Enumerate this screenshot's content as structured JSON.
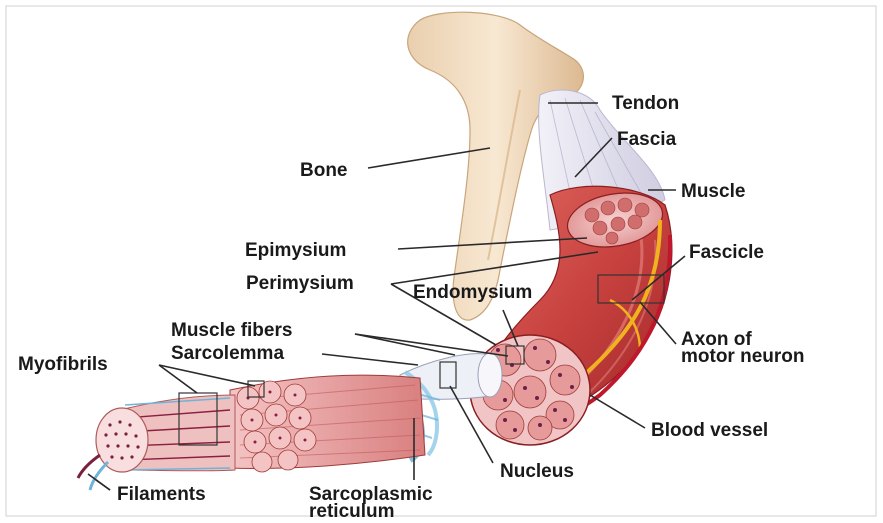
{
  "labels": {
    "tendon": "Tendon",
    "fascia": "Fascia",
    "bone": "Bone",
    "muscle": "Muscle",
    "epimysium": "Epimysium",
    "fascicle": "Fascicle",
    "perimysium": "Perimysium",
    "endomysium": "Endomysium",
    "muscle_fibers": "Muscle fibers",
    "axon_line1": "Axon of",
    "axon_line2": "motor neuron",
    "myofibrils": "Myofibrils",
    "sarcolemma": "Sarcolemma",
    "blood_vessel": "Blood vessel",
    "nucleus": "Nucleus",
    "filaments": "Filaments",
    "sarcoplasmic_line1": "Sarcoplasmic",
    "sarcoplasmic_line2": "reticulum"
  },
  "colors": {
    "bone": "#f2dcc0",
    "tendon": "#e4e2ee",
    "muscle": "#c8423f",
    "muscle_dark": "#a82b2b",
    "fiber_bundle": "#e8a3a3",
    "nerve": "#f0b21e",
    "vessel": "#c0172d",
    "reticulum": "#6fb3d8",
    "text": "#1a1a1a"
  }
}
